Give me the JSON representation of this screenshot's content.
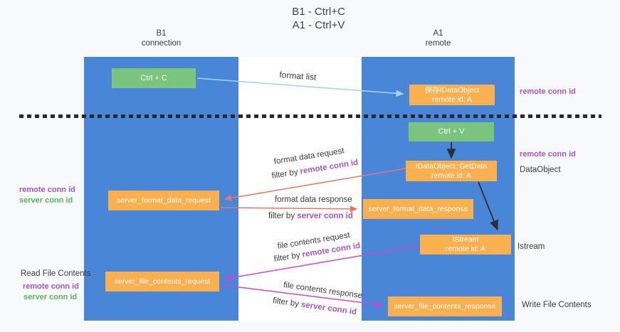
{
  "title": {
    "line1": "B1 - Ctrl+C",
    "line2": "A1 - Ctrl+V"
  },
  "lanes": {
    "left": {
      "name": "B1",
      "subtitle": "connection"
    },
    "right": {
      "name": "A1",
      "subtitle": "remote"
    }
  },
  "boxes": {
    "ctrl_c": {
      "label": "Ctrl + C"
    },
    "save_idataobject": {
      "line1": "保存IDataObject",
      "line2": "remote id: A"
    },
    "ctrl_v": {
      "label": "Ctrl + V"
    },
    "getdata": {
      "line1": "IDataObject::GetData",
      "line2": "remote id: A"
    },
    "server_format_data_request": {
      "label": "server_format_data_request"
    },
    "server_format_data_response": {
      "label": "server_format_data_response"
    },
    "istream": {
      "line1": "IStream",
      "line2": "remote id: A"
    },
    "server_file_contents_request": {
      "label": "server_file_contents_request"
    },
    "server_file_contents_response": {
      "label": "server_file_contents_response"
    }
  },
  "flow_labels": {
    "format_list": "format list",
    "format_data_request": "format data request",
    "format_data_response": "format data response",
    "file_contents_request": "file contents request",
    "file_contents_response": "file contents response",
    "filter_by": "filter by ",
    "remote_conn_id": "remote conn id",
    "server_conn_id": "server conn id"
  },
  "side_labels": {
    "remote_conn_id": "remote conn id",
    "server_conn_id": "server conn id",
    "dataobject": "DataObject",
    "istream": "Istream",
    "read_file_contents": "Read File Contents",
    "write_file_contents": "Write File Contents"
  },
  "colors": {
    "lane_blue": "#4a86d8",
    "box_green": "#7ac47e",
    "box_orange": "#fbb050",
    "conn_purple": "#a855c0",
    "conn_green": "#55b45f",
    "arrow_blue": "#a8d2f0",
    "arrow_red": "#ea7566",
    "arrow_magenta": "#cf46d2",
    "arrow_black": "#2f2f2f"
  }
}
